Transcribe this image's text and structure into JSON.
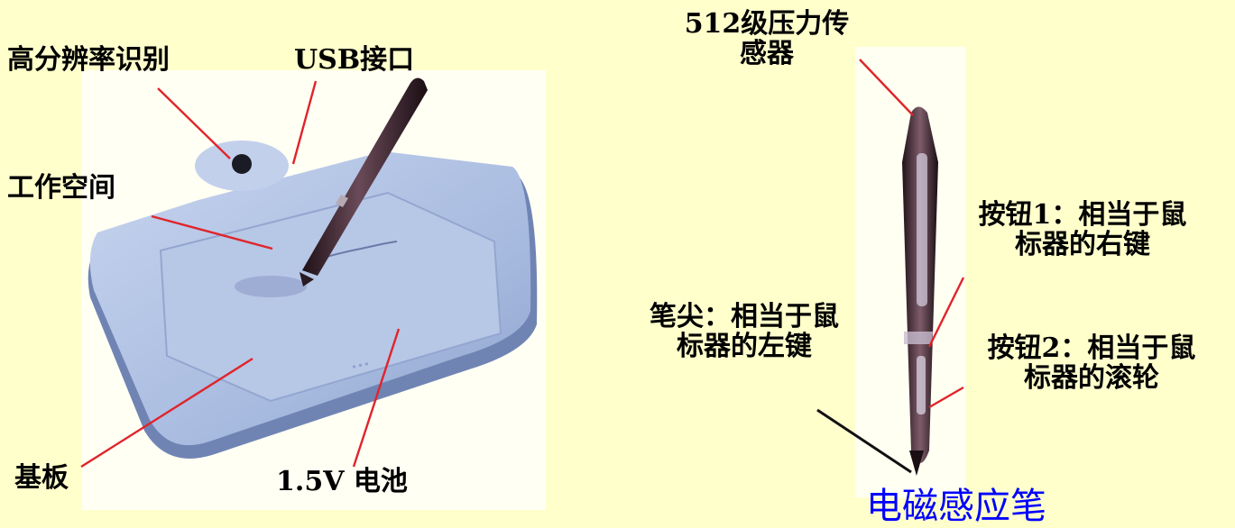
{
  "tablet": {
    "labels": {
      "high_resolution": "高分辨率识别",
      "usb_port": "USB接口",
      "workspace": "工作空间",
      "base_plate": "基板",
      "battery": "1.5V 电池"
    }
  },
  "pen": {
    "labels": {
      "pressure_sensor": [
        "512级压力传",
        "感器"
      ],
      "button1": [
        "按钮1：相当于鼠",
        "标器的右键"
      ],
      "tip": [
        "笔尖：相当于鼠",
        "标器的左键"
      ],
      "button2": [
        "按钮2：相当于鼠",
        "标器的滚轮"
      ]
    },
    "caption": "电磁感应笔"
  },
  "colors": {
    "background": "#FFFFCC",
    "callout_line": "#E0242A",
    "caption": "#0000FF",
    "tablet_body": "#A9BCE0",
    "pen_body": "#2B1A22"
  }
}
